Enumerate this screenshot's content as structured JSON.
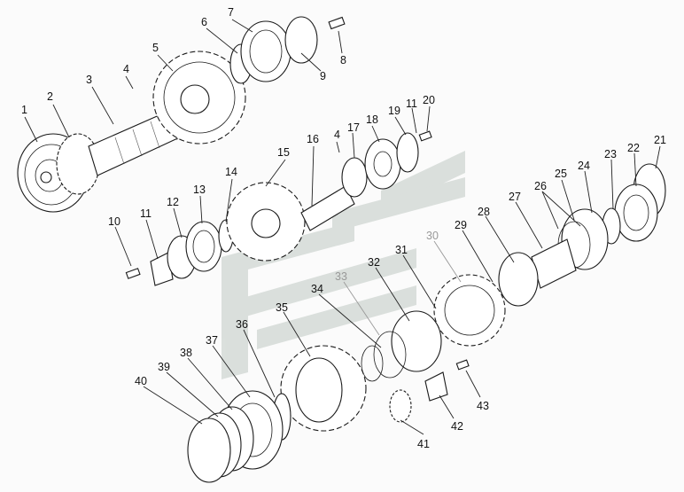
{
  "diagram": {
    "callouts": [
      {
        "n": "1"
      },
      {
        "n": "2"
      },
      {
        "n": "3"
      },
      {
        "n": "4"
      },
      {
        "n": "5"
      },
      {
        "n": "6"
      },
      {
        "n": "7"
      },
      {
        "n": "8"
      },
      {
        "n": "9"
      },
      {
        "n": "10"
      },
      {
        "n": "11"
      },
      {
        "n": "12"
      },
      {
        "n": "13"
      },
      {
        "n": "14"
      },
      {
        "n": "15"
      },
      {
        "n": "16"
      },
      {
        "n": "4"
      },
      {
        "n": "17"
      },
      {
        "n": "18"
      },
      {
        "n": "19"
      },
      {
        "n": "11"
      },
      {
        "n": "20"
      },
      {
        "n": "21"
      },
      {
        "n": "22"
      },
      {
        "n": "23"
      },
      {
        "n": "24"
      },
      {
        "n": "25"
      },
      {
        "n": "26"
      },
      {
        "n": "27"
      },
      {
        "n": "28"
      },
      {
        "n": "29"
      },
      {
        "n": "30"
      },
      {
        "n": "31"
      },
      {
        "n": "32"
      },
      {
        "n": "33"
      },
      {
        "n": "34"
      },
      {
        "n": "35"
      },
      {
        "n": "36"
      },
      {
        "n": "37"
      },
      {
        "n": "38"
      },
      {
        "n": "39"
      },
      {
        "n": "40"
      },
      {
        "n": "41"
      },
      {
        "n": "42"
      },
      {
        "n": "43"
      }
    ],
    "colors": {
      "line": "#1a1a1a",
      "watermark": "#d5dbd7",
      "background": "#fbfbfb"
    }
  }
}
